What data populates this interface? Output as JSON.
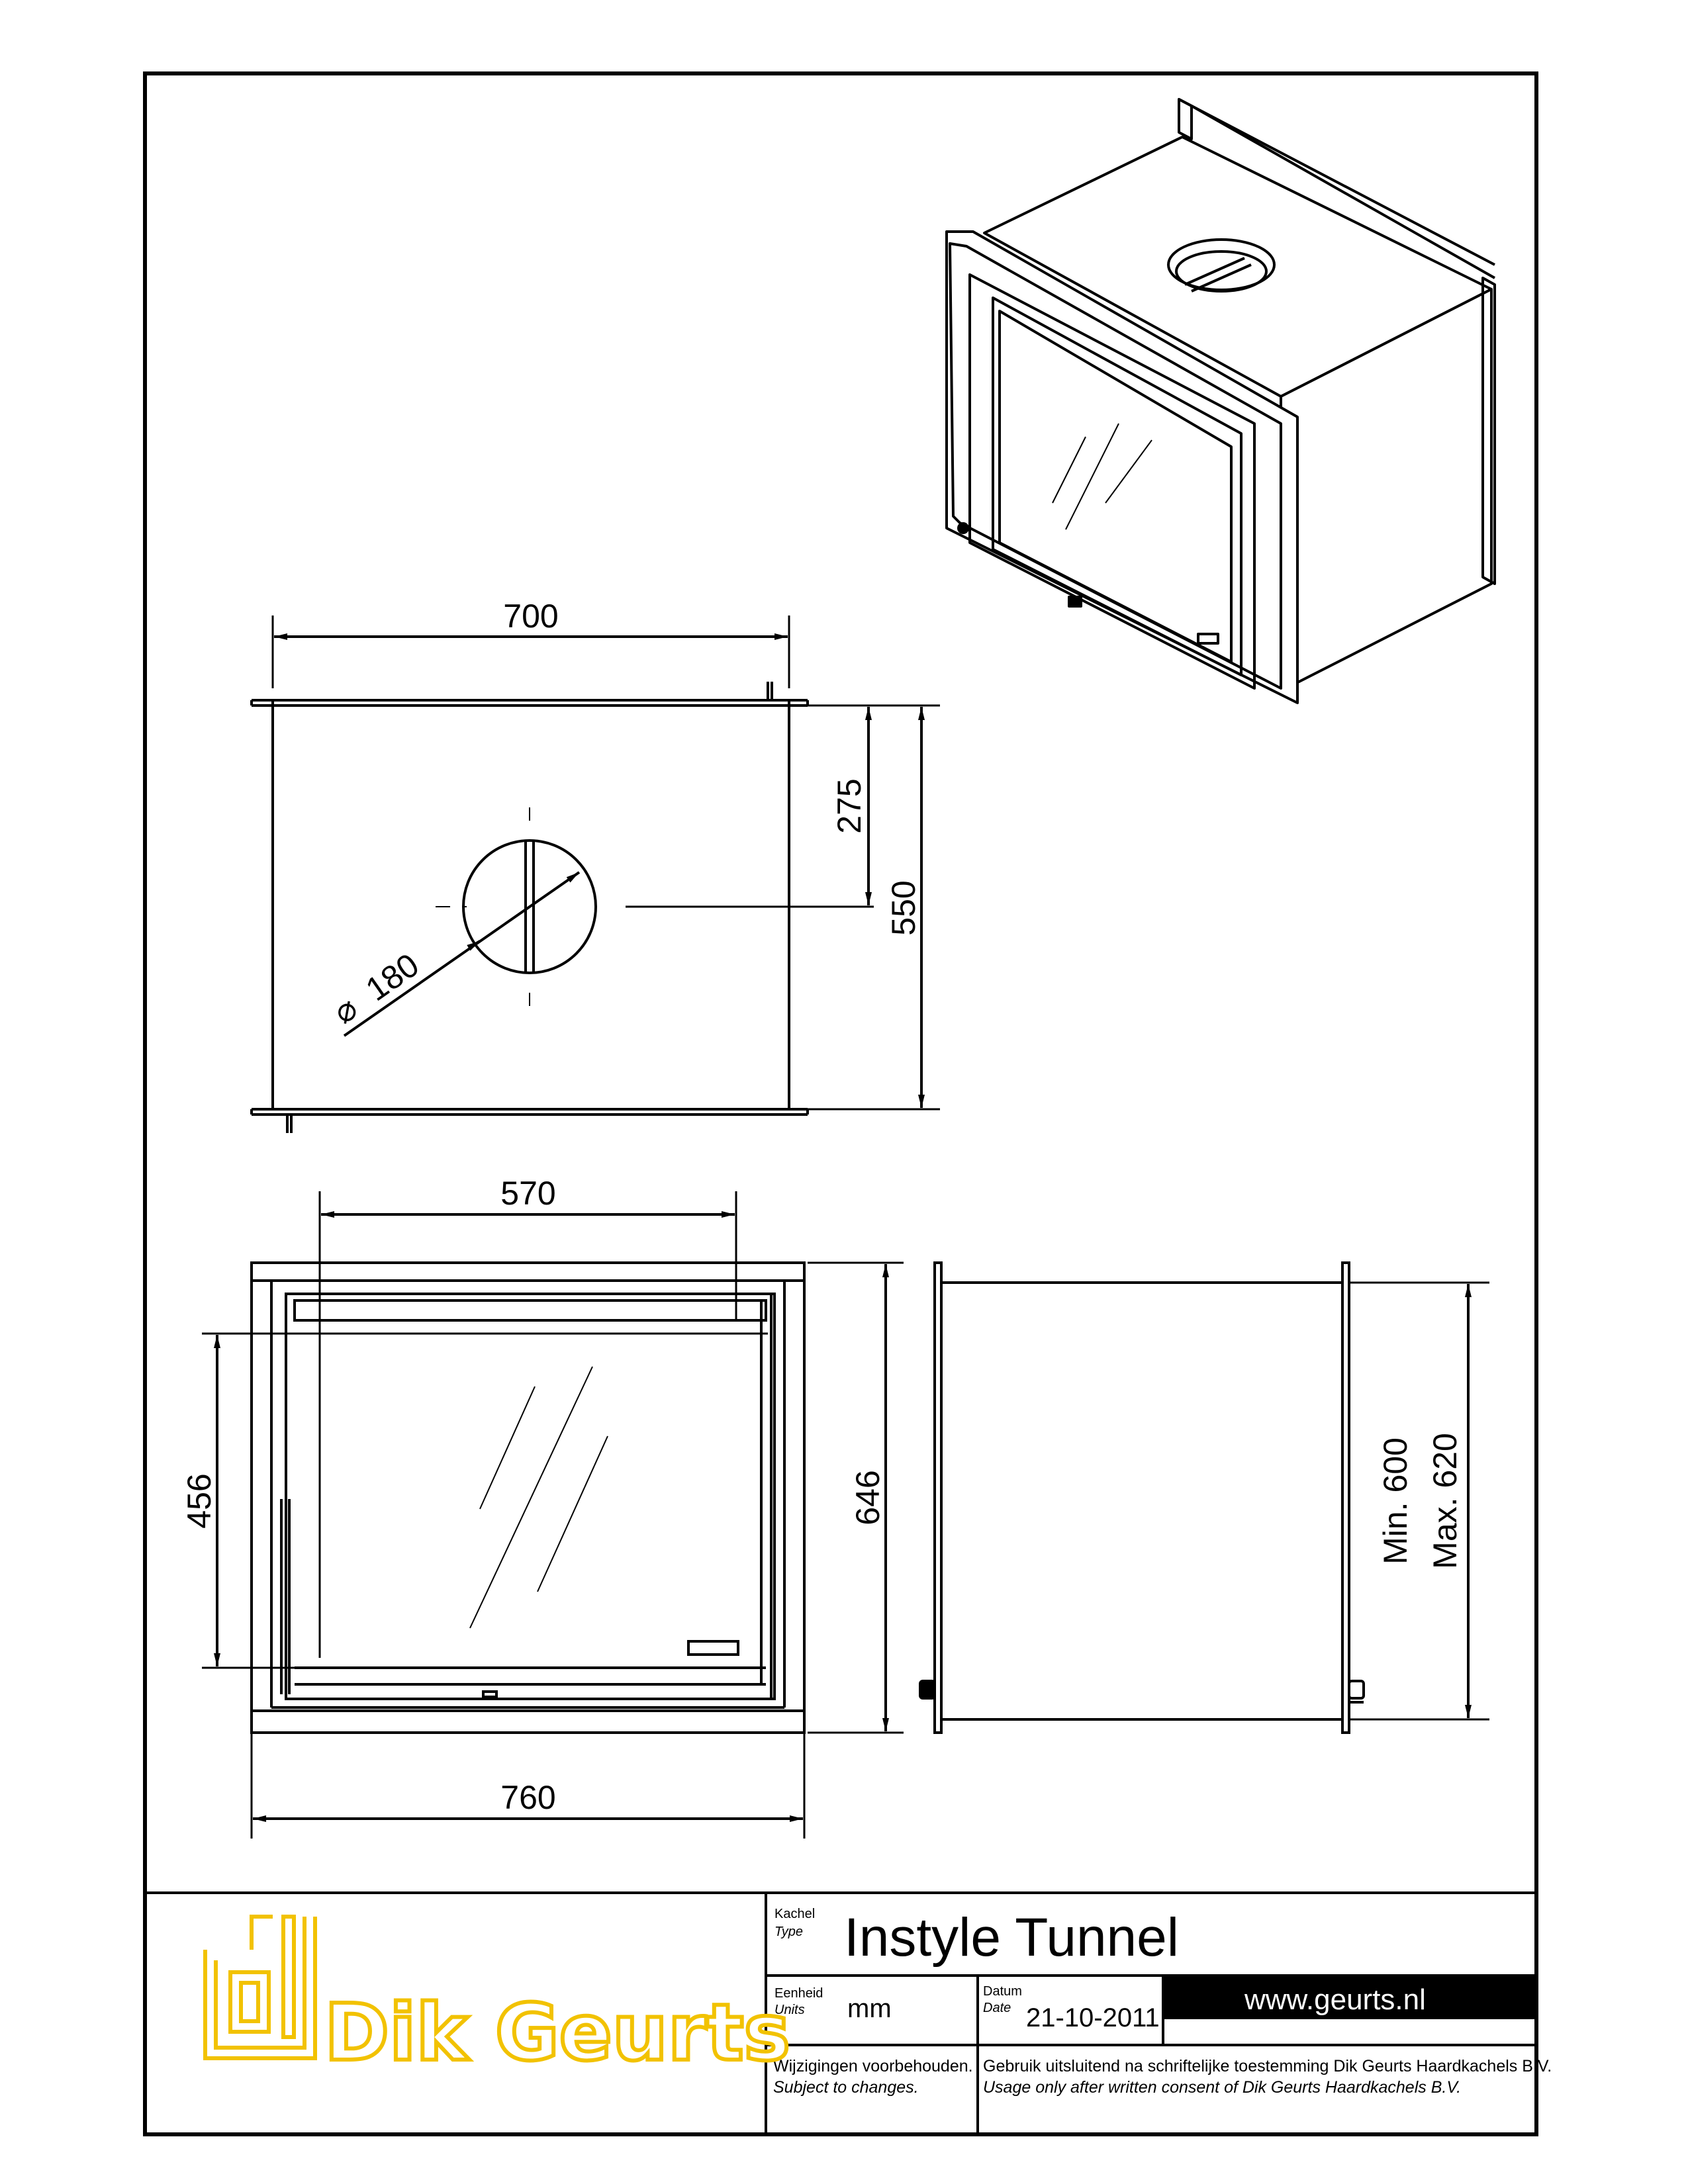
{
  "dimensions": {
    "top_width": "700",
    "top_offset": "275",
    "top_depth": "550",
    "flue_diameter": "180",
    "front_inner_width": "570",
    "front_glass_height": "456",
    "front_height": "646",
    "front_width": "760",
    "side_min": "Min. 600",
    "side_max": "Max. 620"
  },
  "diameter_symbol": "⌀",
  "title_block": {
    "type_label_nl": "Kachel",
    "type_label_en": "Type",
    "type_value": "Instyle Tunnel",
    "units_label_nl": "Eenheid",
    "units_label_en": "Units",
    "units_value": "mm",
    "date_label_nl": "Datum",
    "date_label_en": "Date",
    "date_value": "21-10-2011",
    "website": "www.geurts.nl",
    "changes_nl": "Wijzigingen voorbehouden.",
    "changes_en": "Subject to changes.",
    "consent_nl": "Gebruik uitsluitend na schriftelijke toestemming Dik Geurts Haardkachels B.V.",
    "consent_en": "Usage only after written consent of Dik Geurts Haardkachels B.V."
  },
  "logo": {
    "brand_text": "Dik Geurts",
    "color": "#f2c200"
  },
  "colors": {
    "line": "#000000",
    "paper": "#ffffff"
  }
}
